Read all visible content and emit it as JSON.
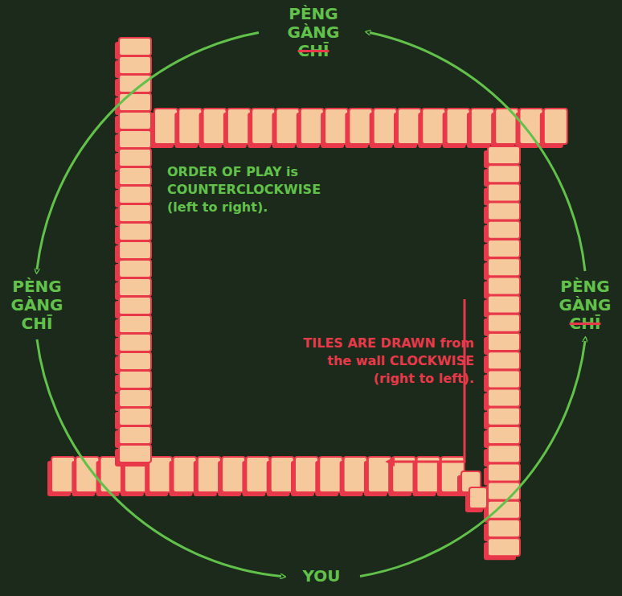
{
  "diagram": {
    "nodes": [
      {
        "text": [
          "PÈNG",
          "GÀNG",
          "CHĪ"
        ]
      },
      {
        "text": [
          "PÈNG",
          "GÀNG",
          "CHĪ"
        ]
      },
      {
        "text": [
          "PÈNG",
          "GÀNG",
          "CHĪ"
        ]
      },
      {
        "text": [
          "YOU"
        ]
      }
    ],
    "edges": [
      {
        "from": 3,
        "to": 2,
        "arrow": "to"
      },
      {
        "from": 2,
        "to": 0,
        "arrow": "to"
      },
      {
        "from": 0,
        "to": 1,
        "arrow": "to"
      },
      {
        "from": 1,
        "to": 3,
        "arrow": "to"
      }
    ],
    "labels": [
      "ORDER OF PLAY is COUNTERCLOCKWISE (left to right).",
      "TILES ARE DRAWN from the wall CLOCKWISE (right to left)."
    ]
  }
}
